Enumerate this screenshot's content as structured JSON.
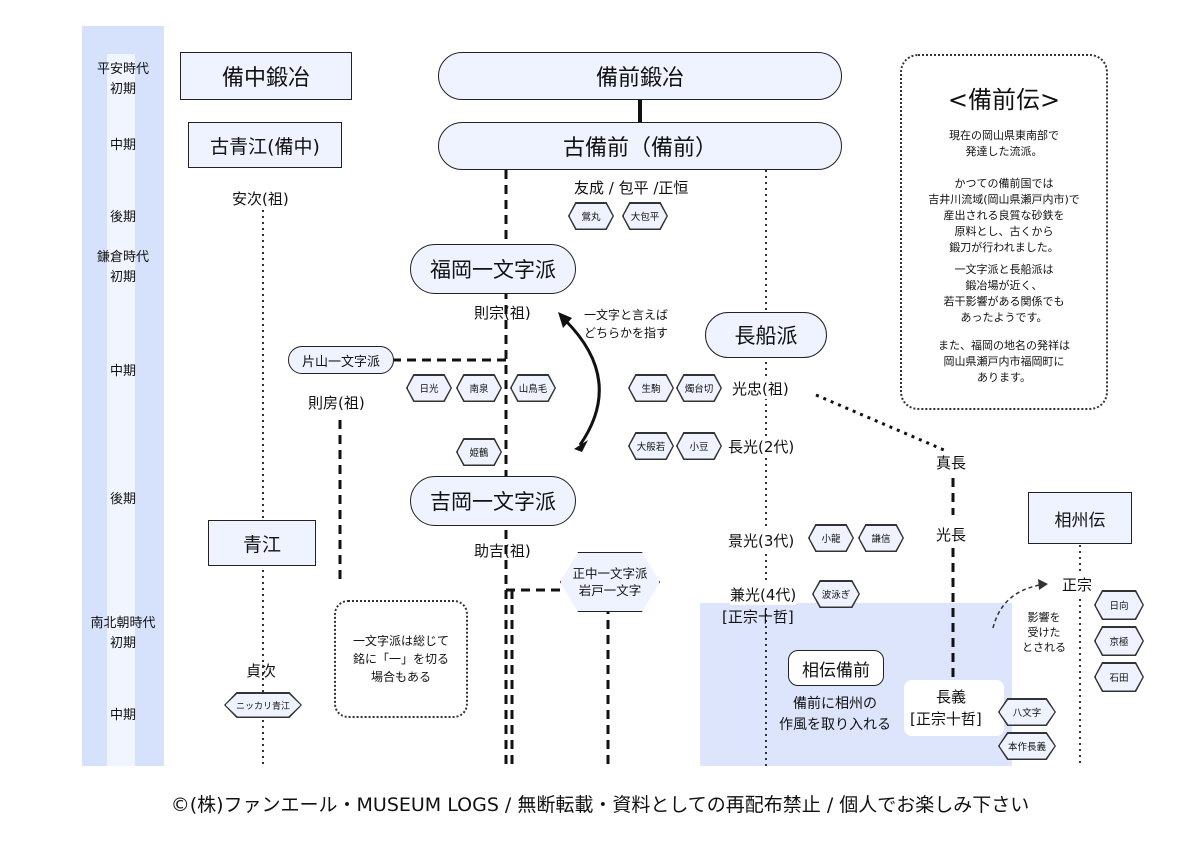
{
  "periods": [
    "平安時代",
    "初期",
    "中期",
    "後期",
    "鎌倉時代",
    "初期",
    "中期",
    "後期",
    "南北朝時代",
    "初期",
    "中期"
  ],
  "schools": {
    "bicchu": "備中鍛冶",
    "bizen": "備前鍛冶",
    "ko_aoe": "古青江(備中)",
    "ko_bizen": "古備前（備前）",
    "fukuoka": "福岡一文字派",
    "osafune": "長船派",
    "yoshioka": "吉岡一文字派",
    "aoe": "青江",
    "katayama": "片山一文字派",
    "shochu": "正中一文字派\n岩戸一文字",
    "soshu": "相州伝",
    "soden_bizen": "相伝備前"
  },
  "smiths": {
    "yasutsugu": "安次(祖)",
    "ko_bizen_smiths": "友成 / 包平 /正恒",
    "norimune": "則宗(祖)",
    "norifusa": "則房(祖)",
    "sukeyoshi": "助吉(祖)",
    "mitsutada": "光忠(祖)",
    "nagamitsu": "長光(2代)",
    "kagemitsu": "景光(3代)",
    "kanemitsu": "兼光(4代)",
    "kanemitsu_note": "[正宗十哲]",
    "sanenaga": "真長",
    "chikanaga": "光長",
    "masamune": "正宗",
    "sadatsugu": "貞次",
    "nagayoshi": "長義",
    "nagayoshi_note": "[正宗十哲]"
  },
  "swords": {
    "uguisumaru": "鶯丸",
    "ookanehira": "大包平",
    "nikkou": "日光",
    "nansen": "南泉",
    "yamatorige": "山鳥毛",
    "himetsuru": "姫鶴",
    "ikoma": "生駒",
    "shokudaikiri": "燭台切",
    "daihannya": "大般若",
    "azuki": "小豆",
    "koryu": "小龍",
    "kenshin": "謙信",
    "nenekirimaru": "波泳ぎ",
    "nikkari": "ニッカリ青江",
    "hachimonji": "八文字",
    "honsaku_nagayoshi": "本作長義",
    "hyuga": "日向",
    "kyogoku": "京極",
    "ishida": "石田"
  },
  "notes": {
    "ichimonji_arrow": "一文字と言えば\nどちらかを指す",
    "ichimonji_mei": "一文字派は総じて\n銘に「一」を切る\n場合もある",
    "soden_desc": "備前に相州の\n作風を取り入れる",
    "influence": "影響を\n受けた\nとされる"
  },
  "bizenden": {
    "title": "<備前伝>",
    "p1": "現在の岡山県東南部で\n発達した流派。",
    "p2": "かつての備前国では\n吉井川流域(岡山県瀬戸内市)で\n産出される良質な砂鉄を\n原料とし、古くから\n鍛刀が行われました。",
    "p3": "一文字派と長船派は\n鍛冶場が近く、\n若干影響がある関係でも\nあったようです。",
    "p4": "また、福岡の地名の発祥は\n岡山県瀬戸内市福岡町に\nあります。"
  },
  "footer": "©(株)ファンエール・MUSEUM LOGS / 無断転載・資料としての再配布禁止 / 個人でお楽しみ下さい",
  "colors": {
    "box_fill": "#eef3ff",
    "period_band": "#d6e1fb",
    "soden_area": "#dce5fb"
  }
}
